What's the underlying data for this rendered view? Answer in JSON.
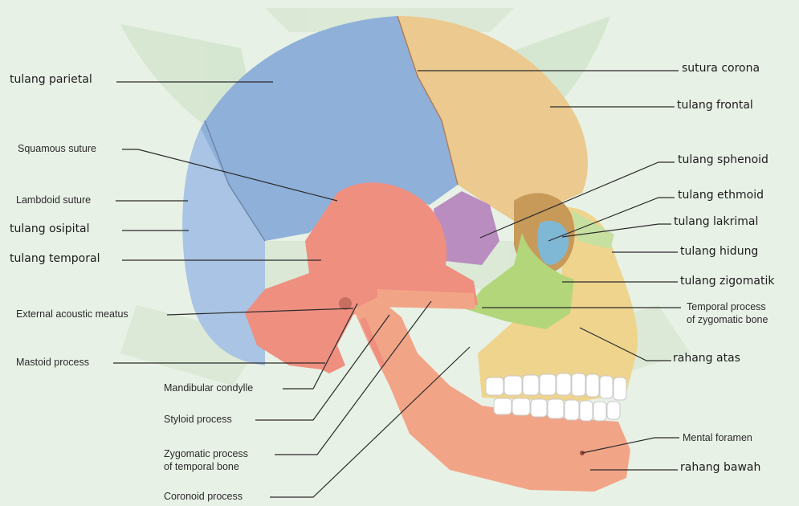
{
  "labels": {
    "parietal": "tulang parietal",
    "squamous": "Squamous suture",
    "lambdoid": "Lambdoid suture",
    "osipital": "tulang osipital",
    "temporal": "tulang temporal",
    "acoustic": "External acoustic meatus",
    "mastoid": "Mastoid process",
    "condyle": "Mandibular condylle",
    "styloid": "Styloid process",
    "zygo_temporal_1": "Zygomatic process",
    "zygo_temporal_2": "of temporal bone",
    "coronoid": "Coronoid process",
    "sutura_corona": "sutura corona",
    "frontal": "tulang frontal",
    "sphenoid": "tulang sphenoid",
    "ethmoid": "tulang ethmoid",
    "lakrimal": "tulang lakrimal",
    "hidung": "tulang hidung",
    "zigomatik": "tulang zigomatik",
    "temporal_process_1": "Temporal process",
    "temporal_process_2": "of zygomatic bone",
    "rahang_atas": "rahang atas",
    "mental_foramen": "Mental foramen",
    "rahang_bawah": "rahang bawah"
  },
  "colors": {
    "background": "#e8f1e6",
    "parietal": "#8fb0d8",
    "occipital": "#a9c4e4",
    "frontal": "#ecc98e",
    "temporal": "#ef8f80",
    "sphenoid": "#b98dc0",
    "zygomatic": "#b4d67a",
    "maxilla": "#efd48e",
    "mandible": "#f2a487",
    "lines": "#2b2b2b",
    "watermark": "#c9dfc1"
  }
}
